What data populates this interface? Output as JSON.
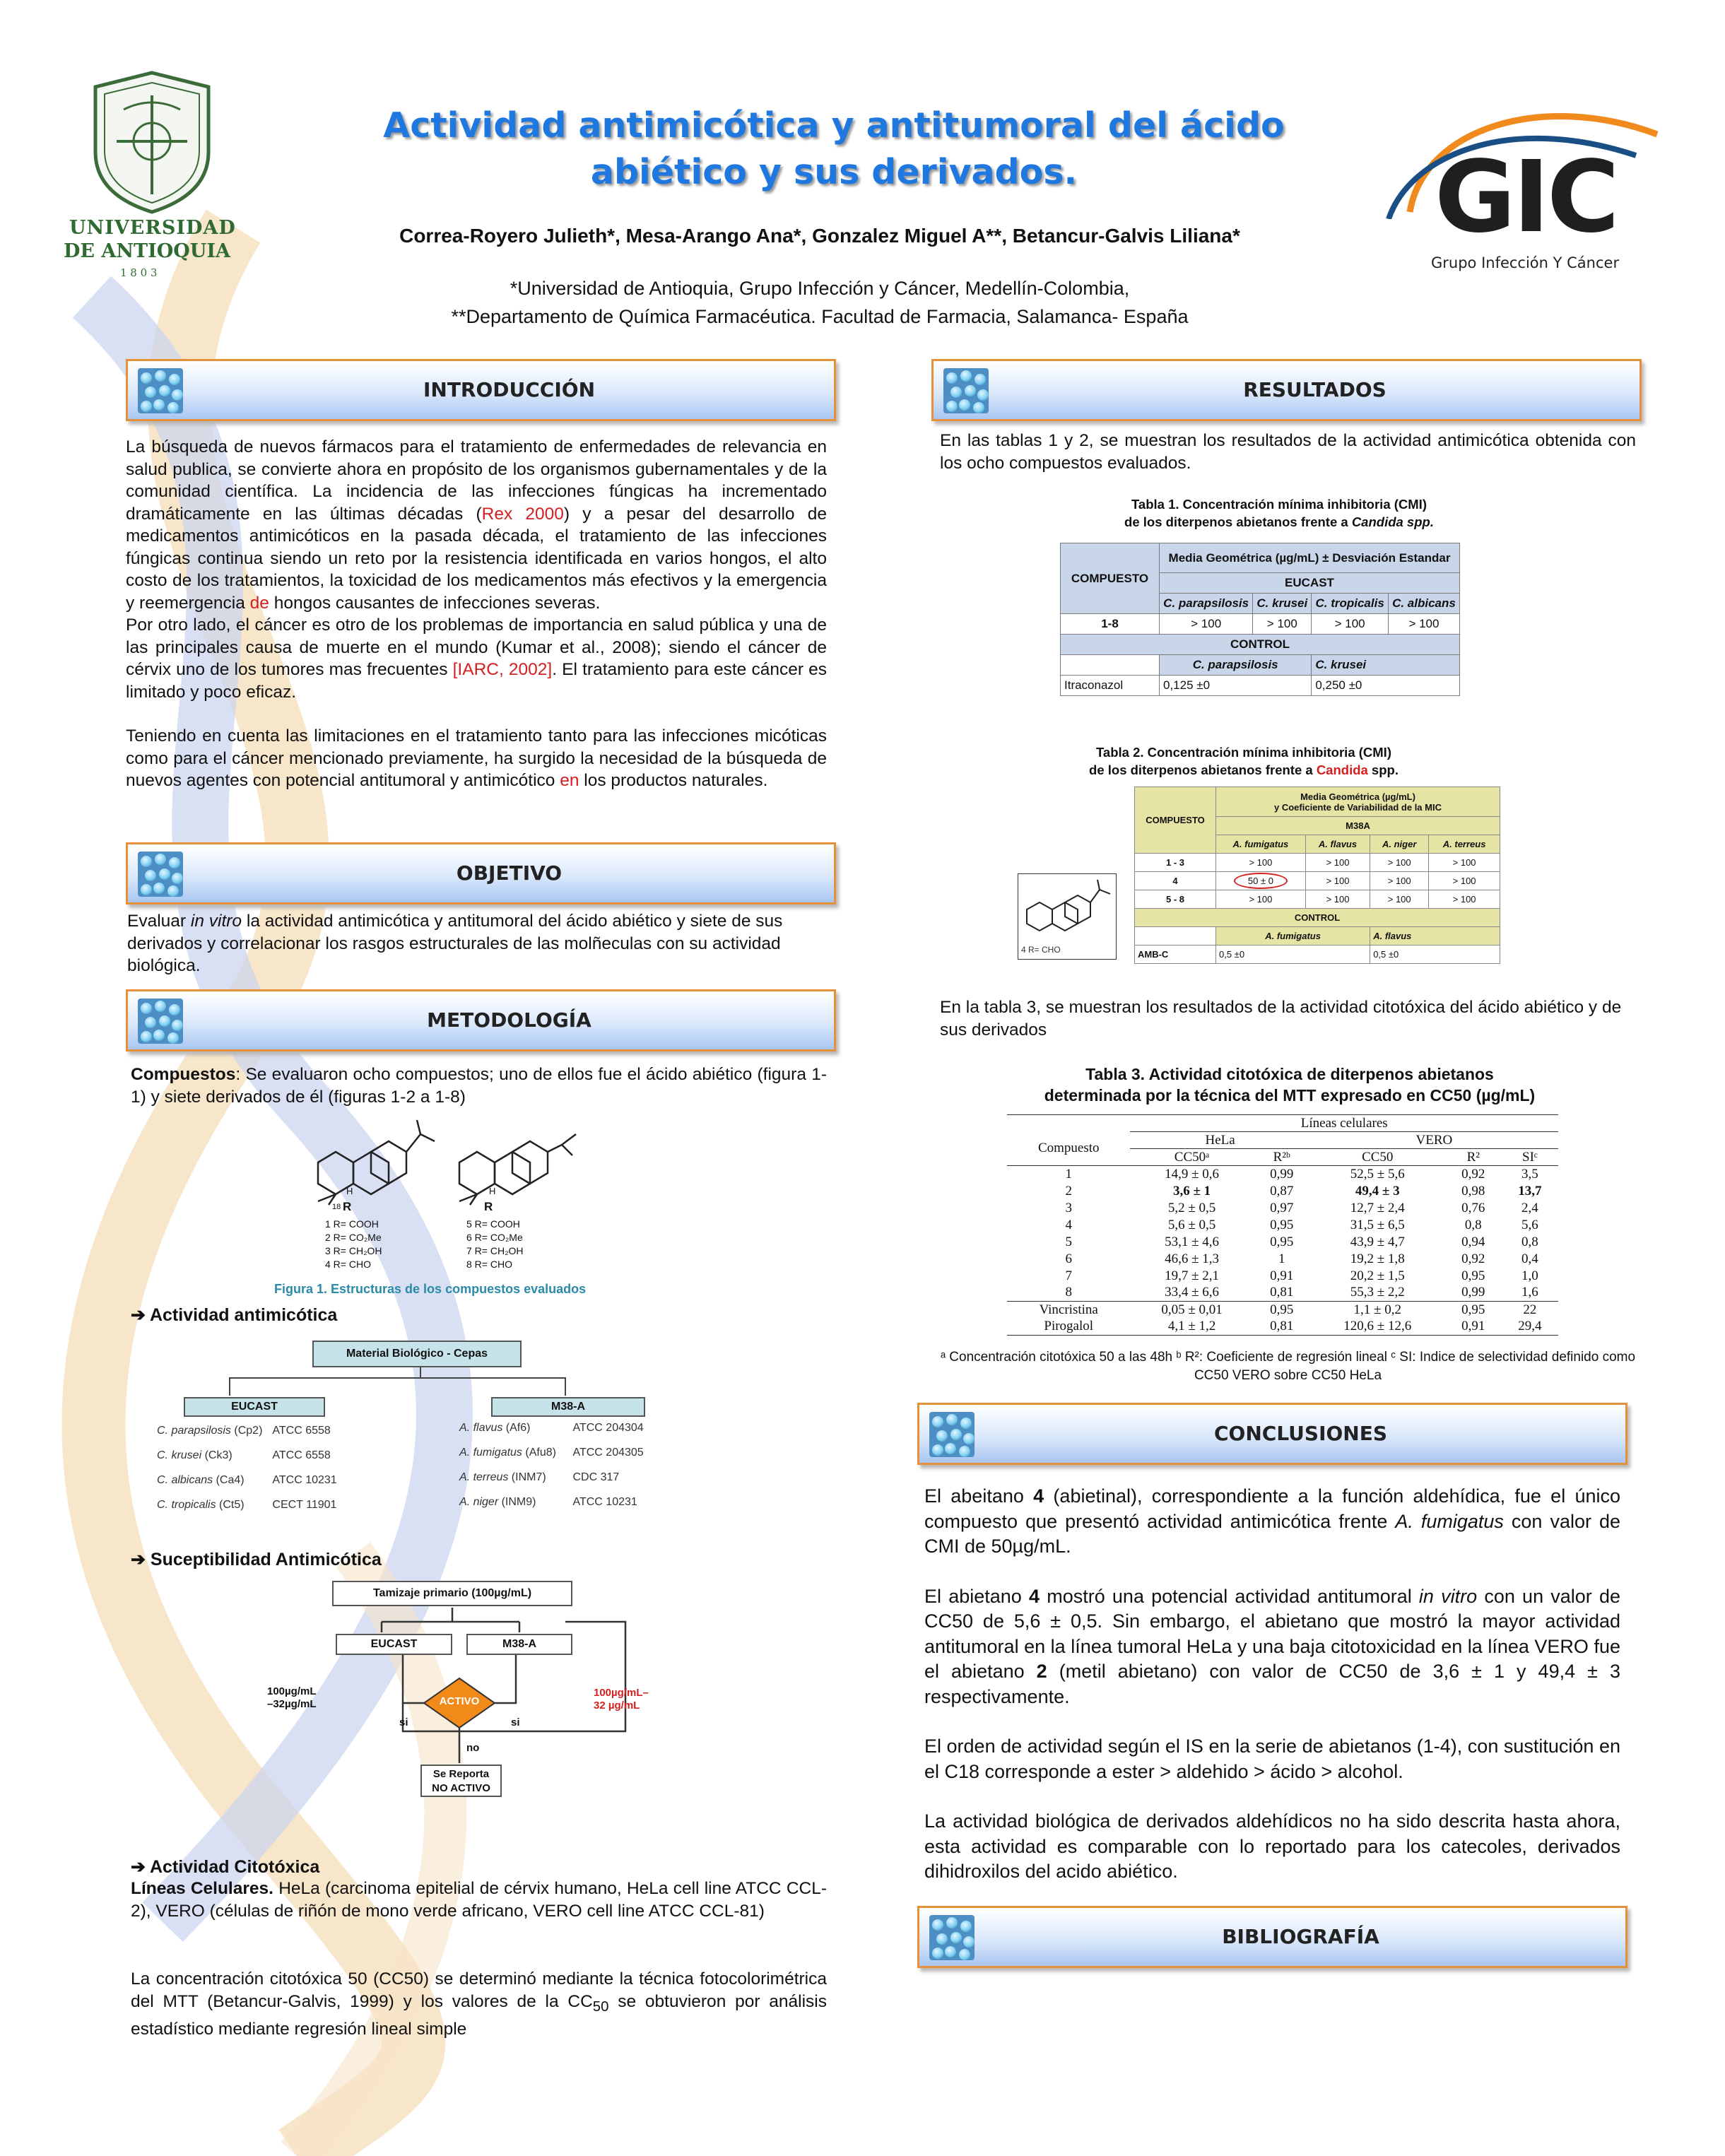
{
  "header": {
    "title_line1": "Actividad antimicótica y antitumoral del ácido",
    "title_line2": "abiético y sus derivados.",
    "authors": "Correa-Royero Julieth*, Mesa-Arango Ana*, Gonzalez Miguel A**, Betancur-Galvis Liliana*",
    "affiliation1": "*Universidad de Antioquia, Grupo Infección y Cáncer, Medellín-Colombia,",
    "affiliation2": "**Departamento de Química Farmacéutica. Facultad de Farmacia, Salamanca- España",
    "udea_line1": "UNIVERSIDAD",
    "udea_line2": "DE ANTIOQUIA",
    "udea_year": "1 8 0 3",
    "gic_logo_text": "GIC",
    "gic_subtitle": "Grupo Infección Y Cáncer"
  },
  "sections": {
    "introduccion": "INTRODUCCIÓN",
    "objetivo": "OBJETIVO",
    "metodologia": "METODOLOGÍA",
    "resultados": "RESULTADOS",
    "conclusiones": "CONCLUSIONES",
    "bibliografia": "BIBLIOGRAFÍA"
  },
  "intro": {
    "p1_a": "La búsqueda de nuevos fármacos para el tratamiento de enfermedades de relevancia en salud publica, se convierte ahora en propósito de los organismos gubernamentales y de la comunidad científica. La incidencia de las infecciones fúngicas ha incrementado dramáticamente en las últimas décadas (",
    "p1_ref": "Rex 2000",
    "p1_b": ") y a pesar del desarrollo de medicamentos antimicóticos en la pasada década, el tratamiento de las infecciones fúngicas continua siendo un reto por la resistencia identificada en varios hongos, el alto costo de los tratamientos, la toxicidad de los medicamentos más efectivos y la emergencia y reemergencia ",
    "p1_de": "de",
    "p1_c": " hongos causantes de infecciones severas.",
    "p2_a": "Por otro lado, el cáncer es otro de los problemas de importancia en salud pública y una de las principales causa de muerte en el mundo (Kumar et al., 2008); siendo el cáncer de cérvix uno de los tumores mas frecuentes ",
    "p2_ref": "[IARC, 2002]",
    "p2_b": ". El tratamiento para este cáncer es limitado y poco eficaz.",
    "p3_a": "Teniendo en cuenta las limitaciones en el tratamiento tanto para las infecciones micóticas como para el cáncer mencionado previamente, ha surgido la necesidad de la búsqueda de nuevos agentes con potencial antitumoral y antimicótico ",
    "p3_en": "en",
    "p3_b": " los productos naturales."
  },
  "objetivo": {
    "a": "Evaluar ",
    "em": "in vitro",
    "b": " la actividad antimicótica y antitumoral del ácido abiético y siete de sus derivados y correlacionar los rasgos estructurales de las molñeculas con su actividad biológica."
  },
  "metodo": {
    "compuestos_label": "Compuestos",
    "compuestos_text": ": Se evaluaron ocho compuestos; uno de ellos fue el ácido abiético (figura 1-1) y siete derivados de él (figuras 1-2 a 1-8)",
    "fig1_caption": "Figura 1. Estructuras de los compuestos evaluados",
    "struct_left": [
      "1 R= COOH",
      "2 R= CO₂Me",
      "3 R= CH₂OH",
      "4 R= CHO"
    ],
    "struct_right": [
      "5 R= COOH",
      "6 R= CO₂Me",
      "7 R= CH₂OH",
      "8 R= CHO"
    ],
    "struct_r": "R",
    "struct_18": "18",
    "struct_h": "H",
    "actividad_antimicotica": "➔ Actividad antimicótica",
    "material": "Material Biológico - Cepas",
    "eucast": "EUCAST",
    "m38a": "M38-A",
    "cepas_eucast": [
      [
        "C. parapsilosis",
        " (Cp2)",
        "ATCC 6558"
      ],
      [
        "C. krusei",
        " (Ck3)",
        "ATCC 6558"
      ],
      [
        "C. albicans",
        " (Ca4)",
        "ATCC 10231"
      ],
      [
        "C. tropicalis",
        " (Ct5)",
        "CECT 11901"
      ]
    ],
    "cepas_m38": [
      [
        "A. flavus",
        " (Af6)",
        "ATCC 204304"
      ],
      [
        "A. fumigatus",
        " (Afu8)",
        "ATCC 204305"
      ],
      [
        "A. terreus",
        " (INM7)",
        "CDC 317"
      ],
      [
        "A. niger",
        " (INM9)",
        "ATCC 10231"
      ]
    ],
    "susceptibilidad": "➔ Suceptibilidad Antimicótica",
    "tamizaje": "Tamizaje primario (100µg/mL)",
    "activo": "ACTIVO",
    "si": "si",
    "no": "no",
    "range_left": "100µg/mL\n–32µg/mL",
    "range_right": "100µg/mL–\n32 µg/mL",
    "reporta": "Se Reporta\nNO ACTIVO",
    "citotoxica": "➔ Actividad Citotóxica",
    "lineas_label": "Líneas Celulares.",
    "lineas_text": " HeLa (carcinoma epitelial de cérvix humano, HeLa cell line ATCC CCL-2), VERO (células de riñón de mono verde africano,  VERO cell line ATCC CCL-81)",
    "cc50_text_a": "La concentración citotóxica 50 (CC50) se determinó mediante la técnica fotocolorimétrica del MTT (Betancur-Galvis, 1999) y los valores de la CC",
    "cc50_sub": "50",
    "cc50_text_b": " se obtuvieron por análisis estadístico mediante regresión lineal simple"
  },
  "resultados": {
    "intro": "En las tablas 1 y 2, se muestran los resultados de la actividad antimicótica obtenida con los ocho compuestos evaluados.",
    "tabla1_cap1": "Tabla 1.  Concentración mínima inhibitoria (CMI)",
    "tabla1_cap2a": "de los diterpenos abietanos frente a ",
    "tabla1_cap2b": "Candida spp.",
    "tabla1": {
      "compuesto": "COMPUESTO",
      "media": "Media Geométrica (µg/mL) ± Desviación Estandar",
      "eucast": "EUCAST",
      "species": [
        "C. parapsilosis",
        "C. krusei",
        "C. tropicalis",
        "C. albicans"
      ],
      "row_label": "1-8",
      "row_values": [
        "> 100",
        "> 100",
        "> 100",
        "> 100"
      ],
      "control": "CONTROL",
      "control_species": [
        "C. parapsilosis",
        "C. krusei"
      ],
      "itra": "Itraconazol",
      "itra_values": [
        "0,125 ±0",
        "0,250 ±0"
      ]
    },
    "tabla2_cap1": "Tabla 2.  Concentración mínima inhibitoria (CMI)",
    "tabla2_cap2a": "de los diterpenos abietanos frente a ",
    "tabla2_cap2b": "Candida",
    "tabla2_cap2c": " spp.",
    "tabla2": {
      "compuesto": "COMPUESTO",
      "media": "Media Geométrica (µg/mL)",
      "media2": "y Coeficiente de Variabilidad de la MIC",
      "m38a": "M38A",
      "species": [
        "A. fumigatus",
        "A. flavus",
        "A. niger",
        "A. terreus"
      ],
      "rows": [
        [
          "1 - 3",
          "> 100",
          "> 100",
          "> 100",
          "> 100"
        ],
        [
          "4",
          "50 ± 0",
          "> 100",
          "> 100",
          "> 100"
        ],
        [
          "5 - 8",
          "> 100",
          "> 100",
          "> 100",
          "> 100"
        ]
      ],
      "control": "CONTROL",
      "control_species": [
        "A. fumigatus",
        "A. flavus"
      ],
      "amb": "AMB-C",
      "amb_values": [
        "0,5 ±0",
        "0,5 ±0"
      ],
      "inset_label": "4 R= CHO"
    },
    "tabla3_intro": "En la tabla 3, se muestran los resultados de la actividad citotóxica del ácido abiético y de sus derivados",
    "tabla3_cap1": "Tabla 3. Actividad citotóxica de diterpenos abietanos",
    "tabla3_cap2": "determinada por la técnica del MTT expresado en CC50 (µg/mL)",
    "tabla3": {
      "lineas": "Líneas celulares",
      "compuesto": "Compuesto",
      "hela": "HeLa",
      "vero": "VERO",
      "cols": [
        "CC50ᵃ",
        "R²ᵇ",
        "CC50",
        "R²",
        "SIᶜ"
      ],
      "rows": [
        [
          "1",
          "14,9 ± 0,6",
          "0,99",
          "52,5 ± 5,6",
          "0,92",
          "3,5"
        ],
        [
          "2",
          "3,6 ± 1",
          "0,87",
          "49,4 ± 3",
          "0,98",
          "13,7"
        ],
        [
          "3",
          "5,2 ± 0,5",
          "0,97",
          "12,7 ± 2,4",
          "0,76",
          "2,4"
        ],
        [
          "4",
          "5,6 ± 0,5",
          "0,95",
          "31,5 ± 6,5",
          "0,8",
          "5,6"
        ],
        [
          "5",
          "53,1 ± 4,6",
          "0,95",
          "43,9 ± 4,7",
          "0,94",
          "0,8"
        ],
        [
          "6",
          "46,6 ± 1,3",
          "1",
          "19,2 ± 1,8",
          "0,92",
          "0,4"
        ],
        [
          "7",
          "19,7 ± 2,1",
          "0,91",
          "20,2 ± 1,5",
          "0,95",
          "1,0"
        ],
        [
          "8",
          "33,4 ± 6,6",
          "0,81",
          "55,3 ± 2,2",
          "0,99",
          "1,6"
        ],
        [
          "Vincristina",
          "0,05 ± 0,01",
          "0,95",
          "1,1 ± 0,2",
          "0,95",
          "22"
        ],
        [
          "Pirogalol",
          "4,1 ± 1,2",
          "0,81",
          "120,6 ± 12,6",
          "0,91",
          "29,4"
        ]
      ]
    },
    "tabla3_foot": "ᵃ Concentración citotóxica 50 a las 48h ᵇ R²: Coeficiente de regresión lineal ᶜ SI: Indice de selectividad definido como CC50 VERO sobre CC50 HeLa"
  },
  "conclusiones": {
    "c1_a": "El abeitano ",
    "c1_num": "4",
    "c1_b": " (abietinal), correspondiente a la función aldehídica, fue el único compuesto que presentó actividad antimicótica frente ",
    "c1_em": "A. fumigatus",
    "c1_c": " con valor de CMI de 50µg/mL.",
    "c2_a": "El abietano ",
    "c2_num": "4",
    "c2_b": " mostró una potencial actividad antitumoral ",
    "c2_em": "in vitro",
    "c2_c": " con un valor de CC50 de 5,6 ± 0,5. Sin embargo, el abietano que mostró la mayor actividad antitumoral en la línea tumoral HeLa y una baja citotoxicidad en la línea VERO fue el abietano ",
    "c2_num2": "2",
    "c2_d": " (metil abietano) con valor de CC50 de 3,6 ± 1 y 49,4 ± 3 respectivamente.",
    "c3": "El orden de actividad según el IS en la serie de abietanos (1-4), con sustitución en el C18 corresponde a ester > aldehido > ácido > alcohol.",
    "c4": "La actividad biológica de derivados aldehídicos no ha sido descrita hasta ahora, esta actividad es comparable con lo reportado para los catecoles, derivados dihidroxilos del acido abiético."
  },
  "colors": {
    "title": "#1e78e0",
    "banner_border": "#e7903a",
    "reference_red": "#d42020",
    "gic_blue": "#1a4f86",
    "gic_orange": "#f08a1c",
    "activo_orange": "#f28a1a"
  }
}
